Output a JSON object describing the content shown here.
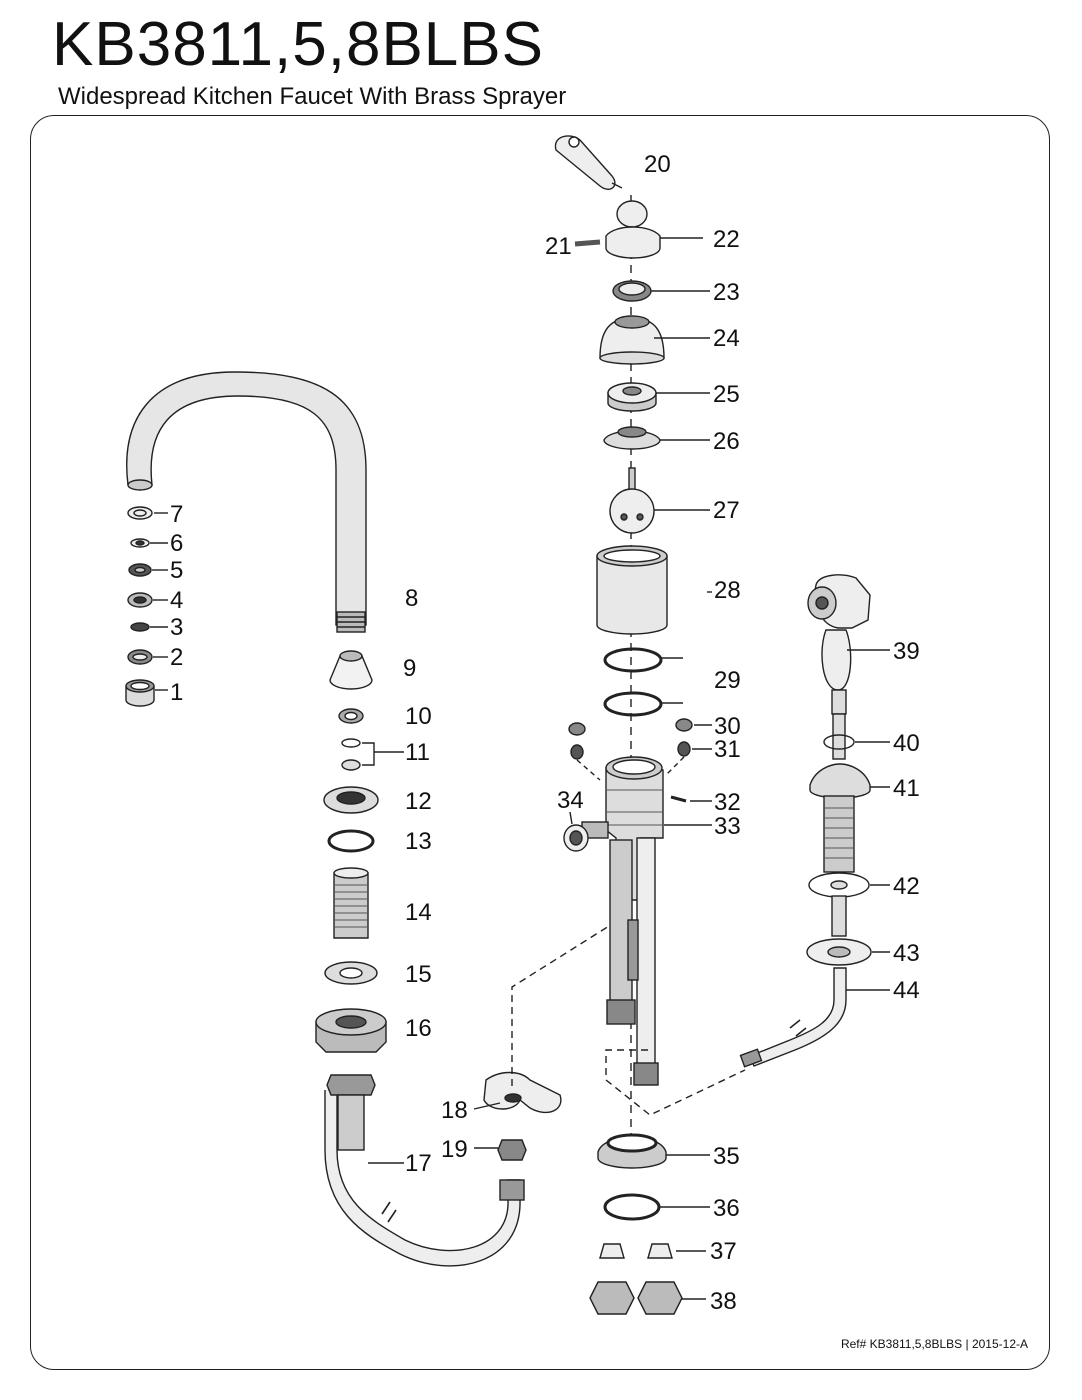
{
  "header": {
    "model": "KB3811,5,8BLBS",
    "subtitle": "Widespread Kitchen Faucet With Brass Sprayer"
  },
  "parts": [
    "1",
    "2",
    "3",
    "4",
    "5",
    "6",
    "7",
    "8",
    "9",
    "10",
    "11",
    "12",
    "13",
    "14",
    "15",
    "16",
    "17",
    "18",
    "19",
    "20",
    "21",
    "22",
    "23",
    "24",
    "25",
    "26",
    "27",
    "28",
    "29",
    "30",
    "31",
    "32",
    "33",
    "34",
    "35",
    "36",
    "37",
    "38",
    "39",
    "40",
    "41",
    "42",
    "43",
    "44"
  ],
  "footer": {
    "ref": "Ref# KB3811,5,8BLBS | 2015-12-A"
  }
}
